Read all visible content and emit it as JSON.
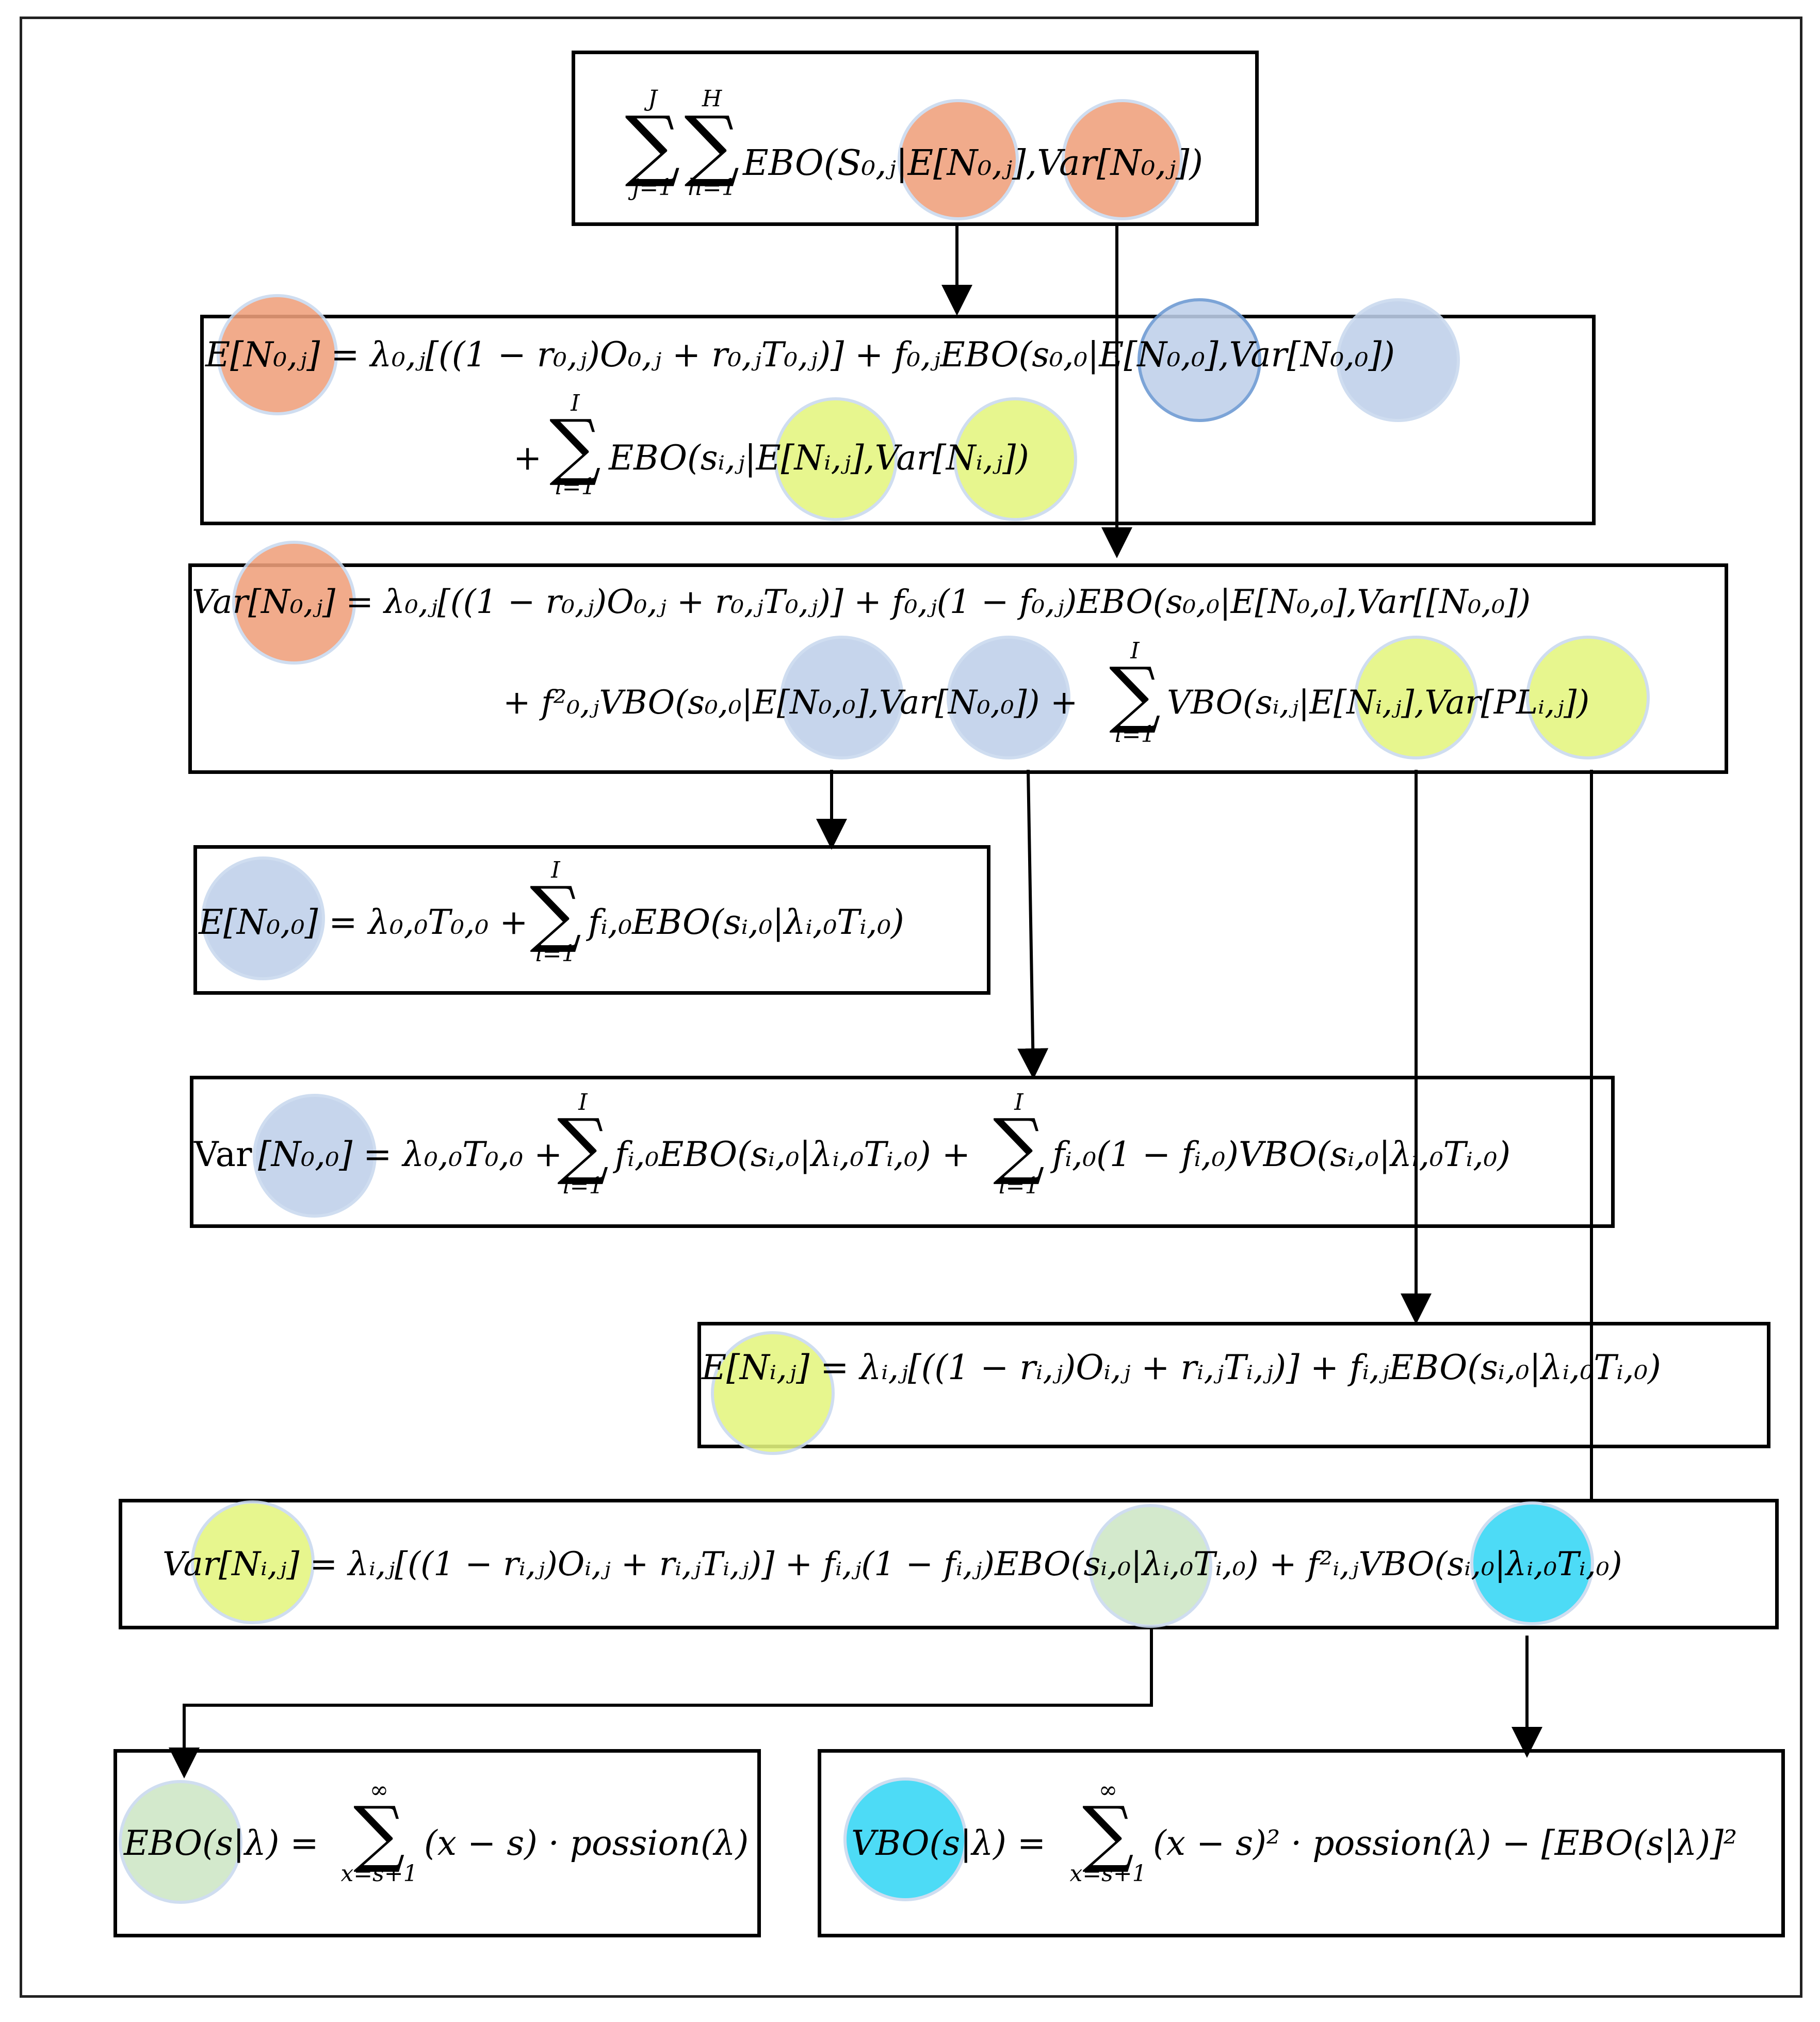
{
  "diagram": {
    "top": {
      "sum_outer_upper": "J",
      "sum_outer_lower": "j=1",
      "sum_inner_upper": "H",
      "sum_inner_lower": "h=1",
      "expr": "EBO(S₀,ⱼ|E[N₀,ⱼ],Var[N₀,ⱼ])"
    },
    "e_n0j": {
      "line1": "E[N₀,ⱼ] = λ₀,ⱼ[((1 − r₀,ⱼ)O₀,ⱼ + r₀,ⱼT₀,ⱼ)] + f₀,ⱼEBO(s₀,₀|E[N₀,₀],Var[N₀,₀])",
      "line2_prefix": "+",
      "sum_upper": "I",
      "sum_lower": "i=1",
      "line2": "EBO(sᵢ,ⱼ|E[Nᵢ,ⱼ],Var[Nᵢ,ⱼ])"
    },
    "var_n0j": {
      "line1": "Var[N₀,ⱼ] = λ₀,ⱼ[((1 − r₀,ⱼ)O₀,ⱼ + r₀,ⱼT₀,ⱼ)] + f₀,ⱼ(1 − f₀,ⱼ)EBO(s₀,₀|E[N₀,₀],Var[[N₀,₀])",
      "line2a": "+ f²₀,ⱼVBO(s₀,₀|E[N₀,₀],Var[N₀,₀]) +",
      "sum_upper": "I",
      "sum_lower": "i=1",
      "line2b": "VBO(sᵢ,ⱼ|E[Nᵢ,ⱼ],Var[PLᵢ,ⱼ])"
    },
    "e_n00": {
      "lhs": "E[N₀,₀] = λ₀,₀T₀,₀ +",
      "sum_upper": "I",
      "sum_lower": "i=1",
      "rhs": "fᵢ,₀EBO(sᵢ,₀|λᵢ,₀Tᵢ,₀)"
    },
    "var_n00": {
      "lhs_word": "Var",
      "lhs": "[N₀,₀] = λ₀,₀T₀,₀ +",
      "sum1_upper": "I",
      "sum1_lower": "i=1",
      "mid": "fᵢ,₀EBO(sᵢ,₀|λᵢ,₀Tᵢ,₀) +",
      "sum2_upper": "I",
      "sum2_lower": "i=1",
      "rhs": "fᵢ,₀(1 − fᵢ,₀)VBO(sᵢ,₀|λᵢ,₀Tᵢ,₀)"
    },
    "e_nij": {
      "expr": "E[Nᵢ,ⱼ] = λᵢ,ⱼ[((1 − rᵢ,ⱼ)Oᵢ,ⱼ + rᵢ,ⱼTᵢ,ⱼ)] + fᵢ,ⱼEBO(sᵢ,₀|λᵢ,₀Tᵢ,₀)"
    },
    "var_nij": {
      "expr": "Var[Nᵢ,ⱼ] = λᵢ,ⱼ[((1 − rᵢ,ⱼ)Oᵢ,ⱼ + rᵢ,ⱼTᵢ,ⱼ)] + fᵢ,ⱼ(1 − fᵢ,ⱼ)EBO(sᵢ,₀|λᵢ,₀Tᵢ,₀) + f²ᵢ,ⱼVBO(sᵢ,₀|λᵢ,₀Tᵢ,₀)"
    },
    "ebo_def": {
      "lhs": "EBO(s|λ) =",
      "sum_upper": "∞",
      "sum_lower": "x=s+1",
      "rhs": "(x − s) · possion(λ)"
    },
    "vbo_def": {
      "lhs": "VBO(s|λ) =",
      "sum_upper": "∞",
      "sum_lower": "x=s+1",
      "rhs": "(x − s)² · possion(λ) − [EBO(s|λ)]²"
    }
  },
  "colors": {
    "orange": "#f0a07c",
    "blue": "#bfd0ea",
    "yellow": "#e4f57f",
    "green": "#cde6c5",
    "cyan": "#35d7f5",
    "line": "#000000"
  }
}
